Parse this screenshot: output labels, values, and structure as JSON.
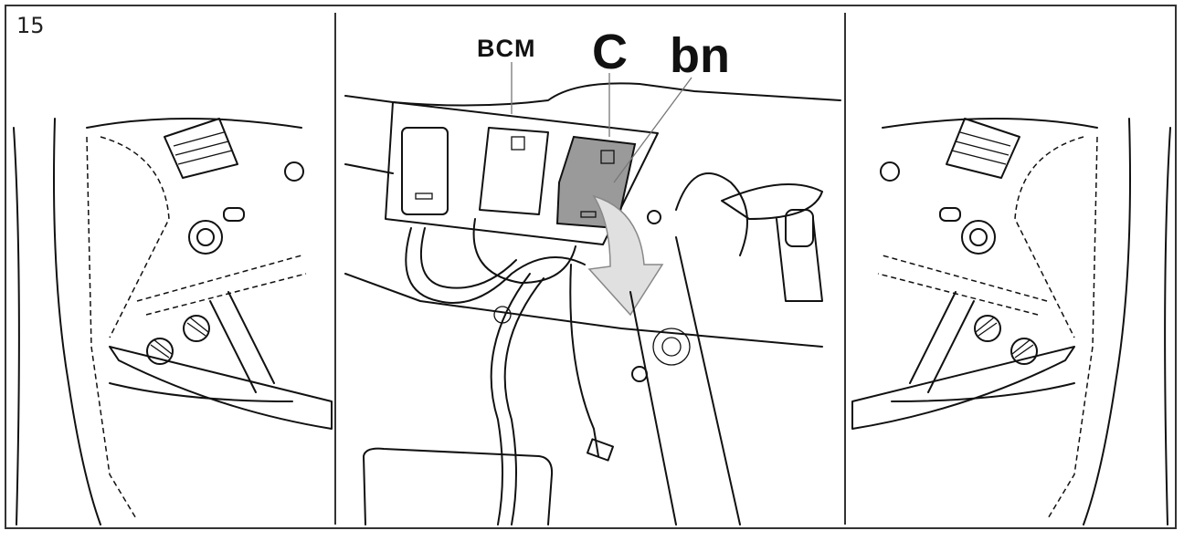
{
  "step_number": "15",
  "labels": {
    "bcm": "BCM",
    "connector": "C",
    "wire_color": "bn"
  },
  "colors": {
    "highlight_connector": "#9a9a9a",
    "arrow": "#e0e0e0"
  }
}
